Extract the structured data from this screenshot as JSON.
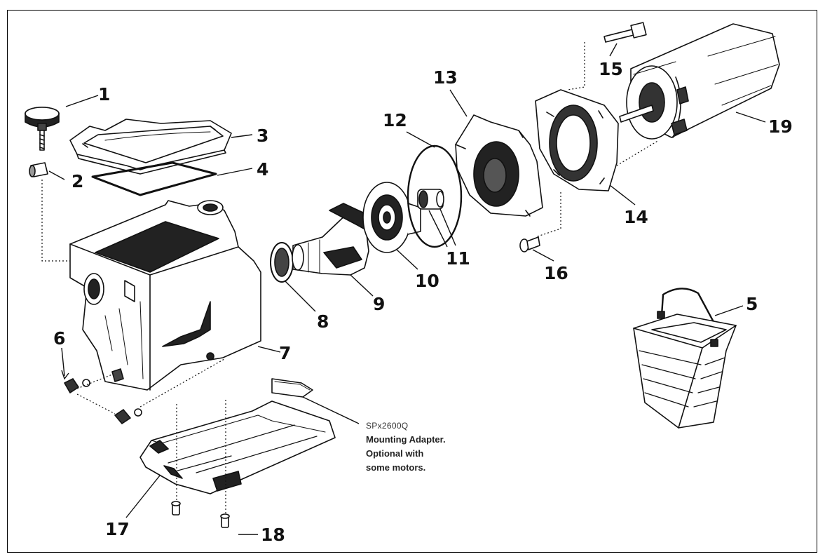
{
  "callouts": {
    "c1": "1",
    "c2": "2",
    "c3": "3",
    "c4": "4",
    "c5": "5",
    "c6": "6",
    "c7": "7",
    "c8": "8",
    "c9": "9",
    "c10": "10",
    "c11": "11",
    "c12": "12",
    "c13": "13",
    "c14": "14",
    "c15": "15",
    "c16": "16",
    "c17": "17",
    "c18": "18",
    "c19": "19"
  },
  "caption": {
    "code": "SPx2600Q",
    "line1": "Mounting Adapter.",
    "line2": "Optional with",
    "line3": "some motors."
  }
}
